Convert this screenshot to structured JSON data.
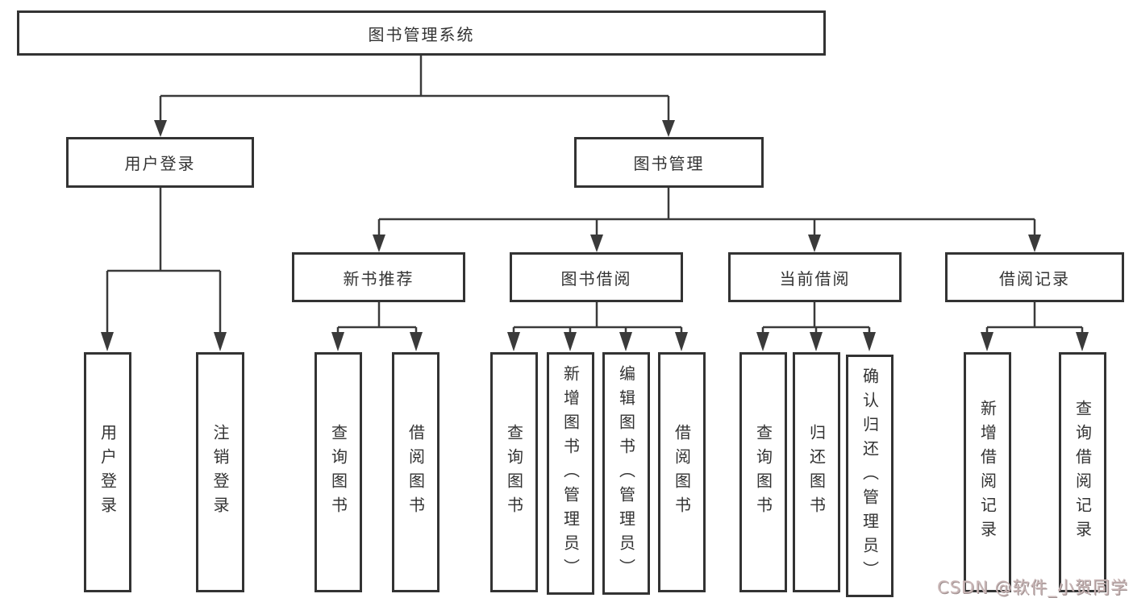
{
  "diagram_title": "图书管理系统",
  "tree": {
    "root": {
      "label": "图书管理系统"
    },
    "children": [
      {
        "label": "用户登录",
        "children": [
          {
            "label": "用户登录"
          },
          {
            "label": "注销登录"
          }
        ]
      },
      {
        "label": "图书管理",
        "children": [
          {
            "label": "新书推荐",
            "children": [
              {
                "label": "查询图书"
              },
              {
                "label": "借阅图书"
              }
            ]
          },
          {
            "label": "图书借阅",
            "children": [
              {
                "label": "查询图书"
              },
              {
                "label": "新增图书（管理员）"
              },
              {
                "label": "编辑图书（管理员）"
              },
              {
                "label": "借阅图书"
              }
            ]
          },
          {
            "label": "当前借阅",
            "children": [
              {
                "label": "查询图书"
              },
              {
                "label": "归还图书"
              },
              {
                "label": "确认归还（管理员）"
              }
            ]
          },
          {
            "label": "借阅记录",
            "children": [
              {
                "label": "新增借阅记录"
              },
              {
                "label": "查询借阅记录"
              }
            ]
          }
        ]
      }
    ]
  },
  "watermark": {
    "text": "CSDN @软件_小贺同学",
    "color": "#c9b6b6"
  },
  "colors": {
    "line": "#3a3a3a",
    "box_border": "#333333",
    "box_fill": "#ffffff",
    "text": "#333333",
    "background": "#ffffff"
  }
}
